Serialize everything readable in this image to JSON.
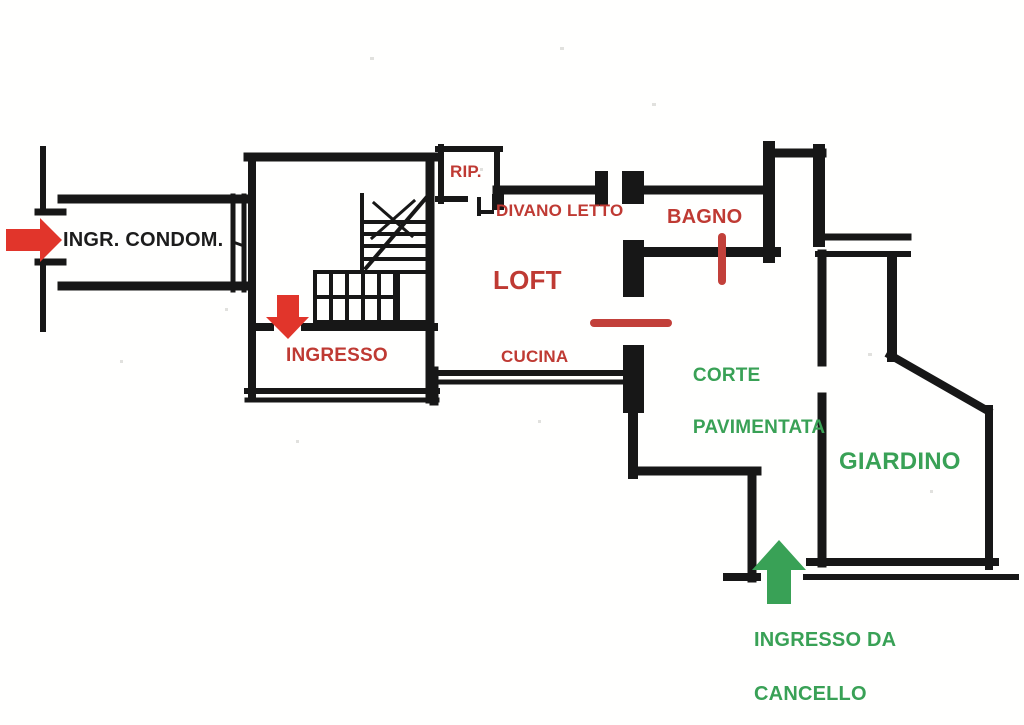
{
  "plan_type": "floor-plan",
  "colors": {
    "walls": "#171717",
    "black_text": "#1c1c1c",
    "red_text": "#bf3a33",
    "red_arrow": "#e1352b",
    "red_door_mark": "#c2403a",
    "green": "#39a156",
    "background": "#fffffe"
  },
  "labels": {
    "ingr_condom": "INGR. CONDOM.",
    "rip": "RIP.",
    "divano_letto": "DIVANO LETTO",
    "bagno": "BAGNO",
    "loft": "LOFT",
    "ingresso": "INGRESSO",
    "cucina": "CUCINA",
    "corte_1": "CORTE",
    "corte_2": "PAVIMENTATA",
    "giardino": "GIARDINO",
    "gate_1": "INGRESSO DA",
    "gate_2": "CANCELLO"
  },
  "arrows": [
    {
      "name": "condominium-entrance-arrow",
      "direction": "right",
      "color": "#e1352b"
    },
    {
      "name": "loft-entrance-arrow",
      "direction": "down",
      "color": "#e1352b"
    },
    {
      "name": "gate-entrance-arrow",
      "direction": "up",
      "color": "#39a156"
    }
  ],
  "door_marks": [
    {
      "name": "bagno-door-mark",
      "orientation": "vertical",
      "color": "#c2403a"
    },
    {
      "name": "corte-door-mark",
      "orientation": "horizontal",
      "color": "#c2403a"
    }
  ]
}
